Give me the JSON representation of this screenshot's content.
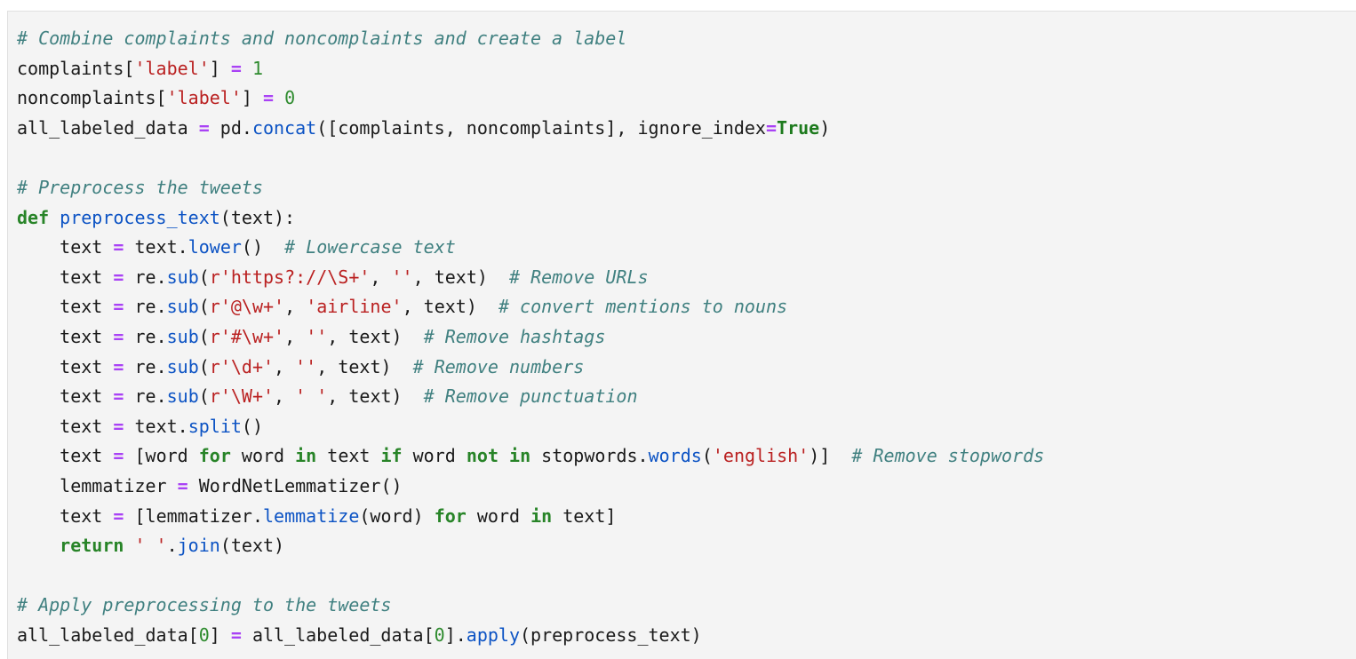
{
  "block": {
    "language": "python",
    "background": "#f4f4f4",
    "border_color": "#e0e0e0"
  },
  "theme": {
    "text": "#1a1a1a",
    "comment": "#408080",
    "keyword": "#288428",
    "builtin_constant": "#1d7a1d",
    "function": "#0c53c4",
    "string": "#ba2121",
    "number": "#2e8b2e",
    "operator": "#a942f5"
  },
  "code": {
    "lines": [
      "# Combine complaints and noncomplaints and create a label",
      "complaints['label'] = 1",
      "noncomplaints['label'] = 0",
      "all_labeled_data = pd.concat([complaints, noncomplaints], ignore_index=True)",
      "",
      "# Preprocess the tweets",
      "def preprocess_text(text):",
      "    text = text.lower()  # Lowercase text",
      "    text = re.sub(r'https?://\\S+', '', text)  # Remove URLs",
      "    text = re.sub(r'@\\w+', 'airline', text)  # convert mentions to nouns",
      "    text = re.sub(r'#\\w+', '', text)  # Remove hashtags",
      "    text = re.sub(r'\\d+', '', text)  # Remove numbers",
      "    text = re.sub(r'\\W+', ' ', text)  # Remove punctuation",
      "    text = text.split()",
      "    text = [word for word in text if word not in stopwords.words('english')]  # Remove stopwords",
      "    lemmatizer = WordNetLemmatizer()",
      "    text = [lemmatizer.lemmatize(word) for word in text]",
      "    return ' '.join(text)",
      "",
      "# Apply preprocessing to the tweets",
      "all_labeled_data[0] = all_labeled_data[0].apply(preprocess_text)"
    ],
    "comments": [
      "# Combine complaints and noncomplaints and create a label",
      "# Preprocess the tweets",
      "# Lowercase text",
      "# Remove URLs",
      "# convert mentions to nouns",
      "# Remove hashtags",
      "# Remove numbers",
      "# Remove punctuation",
      "# Remove stopwords",
      "# Apply preprocessing to the tweets"
    ],
    "keywords": [
      "def",
      "for",
      "in",
      "if",
      "not",
      "return",
      "True"
    ],
    "strings": [
      "'label'",
      "'https?://\\S+'",
      "''",
      "'@\\w+'",
      "'airline'",
      "'#\\w+'",
      "'\\d+'",
      "'\\W+'",
      "' '",
      "'english'"
    ],
    "numbers": [
      "1",
      "0"
    ],
    "identifiers": [
      "complaints",
      "noncomplaints",
      "all_labeled_data",
      "pd",
      "concat",
      "ignore_index",
      "preprocess_text",
      "text",
      "lower",
      "re",
      "sub",
      "split",
      "word",
      "stopwords",
      "words",
      "lemmatizer",
      "WordNetLemmatizer",
      "lemmatize",
      "join",
      "apply"
    ]
  }
}
